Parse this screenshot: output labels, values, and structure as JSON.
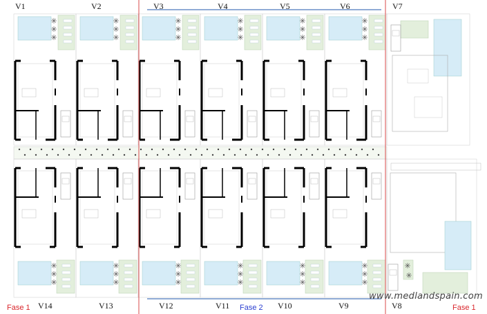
{
  "top_labels": [
    "V1",
    "V2",
    "V3",
    "V4",
    "V5",
    "V6",
    "V7"
  ],
  "bottom_labels": [
    "V14",
    "V13",
    "V12",
    "V11",
    "V10",
    "V9",
    "V8"
  ],
  "phases": {
    "left": "Fase 1",
    "middle": "Fase 2",
    "right": "Fase 1"
  },
  "watermark": "www.medlandspain.com",
  "colors": {
    "phase1": "#d9262c",
    "phase2": "#2b3fd0",
    "pool": "#d6ecf7",
    "garden": "#e3efdc",
    "wall": "#000000",
    "divider_red": "#d94a4a",
    "divider_blue": "#6a8fc7"
  }
}
